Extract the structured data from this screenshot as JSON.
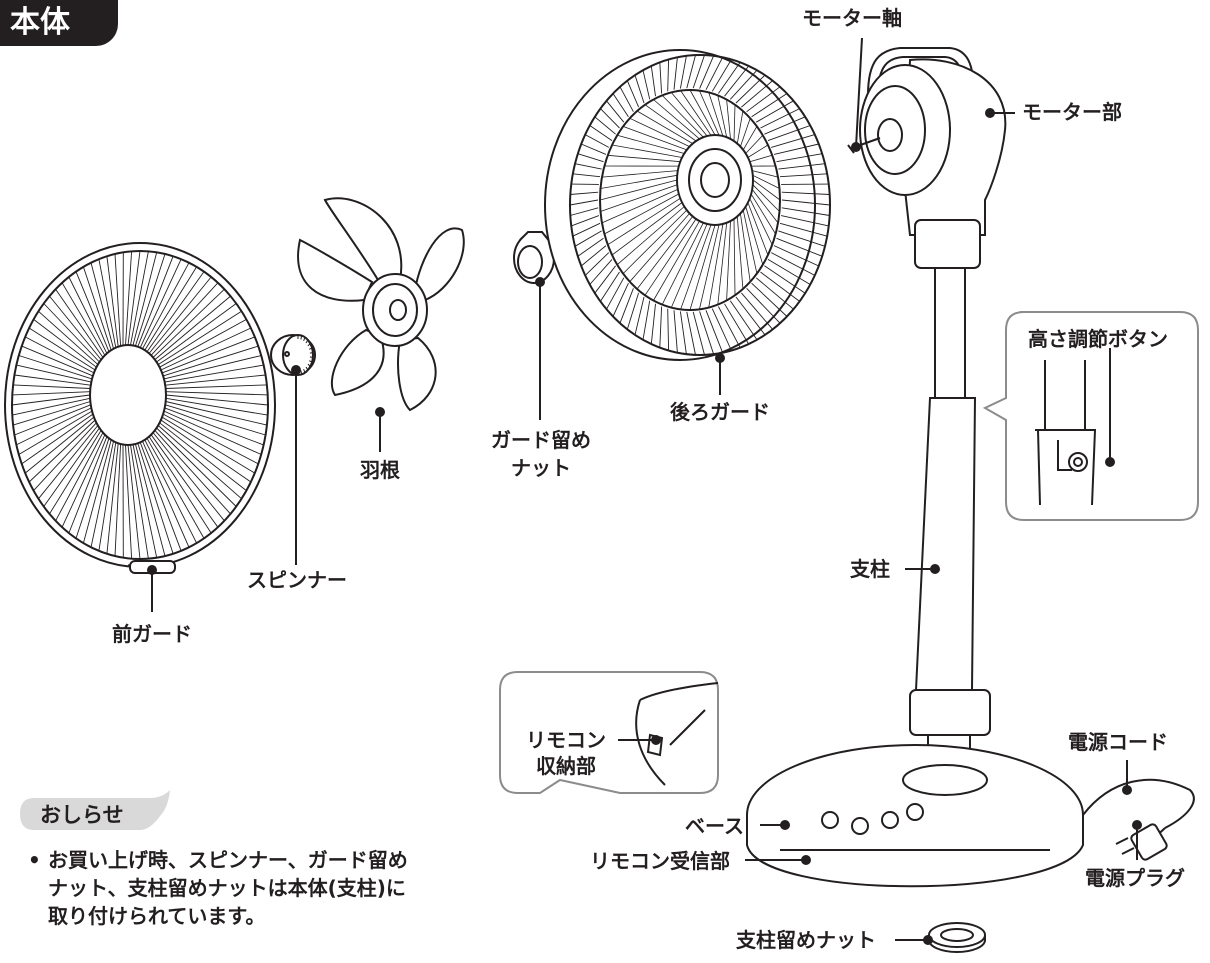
{
  "title": "本体",
  "labels": {
    "front_guard": "前ガード",
    "spinner": "スピンナー",
    "blade": "羽根",
    "guard_nut_line1": "ガード留め",
    "guard_nut_line2": "ナット",
    "rear_guard": "後ろガード",
    "motor_shaft": "モーター軸",
    "motor_unit": "モーター部",
    "height_button": "高さ調節ボタン",
    "pole": "支柱",
    "power_cord": "電源コード",
    "power_plug": "電源プラグ",
    "remote_storage_line1": "リモコン",
    "remote_storage_line2": "収納部",
    "base": "ベース",
    "remote_receiver": "リモコン受信部",
    "pole_nut": "支柱留めナット"
  },
  "notice": {
    "tag": "おしらせ",
    "bullet": "•",
    "lines": [
      "お買い上げ時、スピンナー、ガード留め",
      "ナット、支柱留めナットは本体(支柱)に",
      "取り付けられています。"
    ]
  },
  "colors": {
    "ink": "#231f20",
    "callout_border": "#8c8c8c",
    "tag_fill": "#d9d9d9"
  }
}
